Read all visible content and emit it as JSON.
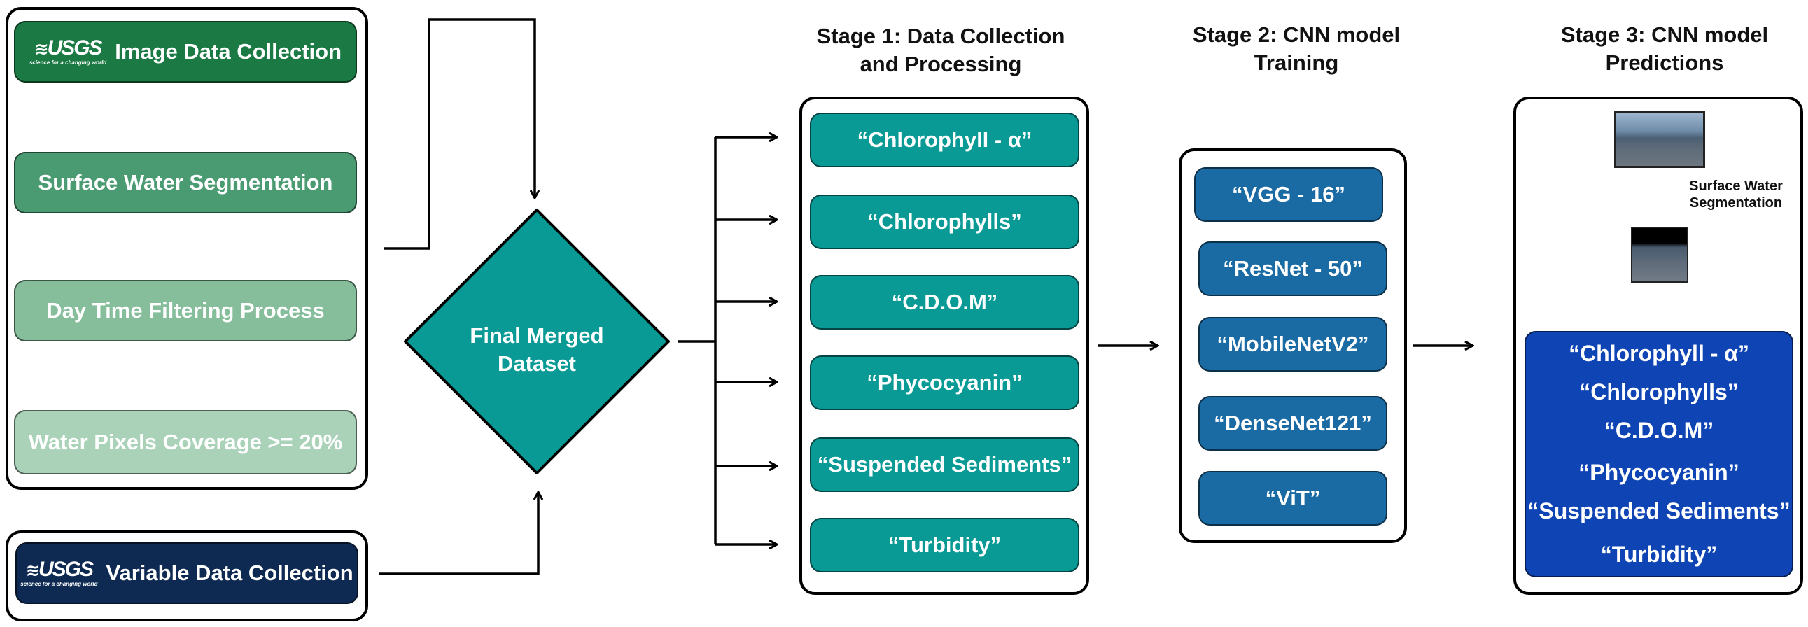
{
  "colors": {
    "usgs_green": "#1b7a44",
    "step2": "#4a9a72",
    "step3": "#86be9c",
    "step4": "#a9d2b8",
    "navy": "#0f2a52",
    "teal": "#099a96",
    "blue": "#1a6aa3",
    "pred_blue": "#0e44b3"
  },
  "logo": {
    "text": "USGS",
    "tagline": "science for a changing world"
  },
  "pipeline": {
    "image_collection": "Image Data Collection",
    "segmentation": "Surface Water Segmentation",
    "filtering": "Day Time Filtering Process",
    "coverage": "Water Pixels Coverage >= 20%",
    "variable_collection": "Variable Data Collection"
  },
  "merged": {
    "line1": "Final Merged",
    "line2": "Dataset"
  },
  "stage1": {
    "title_line1": "Stage 1: Data Collection",
    "title_line2": "and Processing",
    "items": [
      "“Chlorophyll - α”",
      "“Chlorophylls”",
      "“C.D.O.M”",
      "“Phycocyanin”",
      "“Suspended Sediments”",
      "“Turbidity”"
    ]
  },
  "stage2": {
    "title_line1": "Stage 2: CNN model",
    "title_line2": "Training",
    "models": [
      "“VGG  - 16”",
      "“ResNet - 50”",
      "“MobileNetV2”",
      "“DenseNet121”",
      "“ViT”"
    ]
  },
  "stage3": {
    "title_line1": "Stage 3: CNN model",
    "title_line2": "Predictions",
    "seg_label_line1": "Surface Water",
    "seg_label_line2": "Segmentation",
    "predictions": [
      "“Chlorophyll - α”",
      "“Chlorophylls”",
      "“C.D.O.M”",
      "“Phycocyanin”",
      "“Suspended Sediments”",
      "“Turbidity”"
    ]
  }
}
